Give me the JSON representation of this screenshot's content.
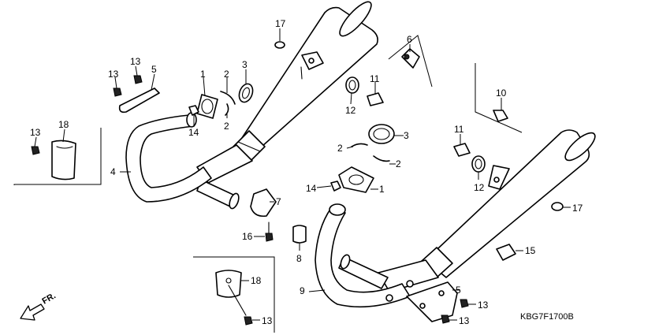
{
  "diagram_code": "KBG7F1700B",
  "front_marker": "FR.",
  "callouts": [
    {
      "id": "c17a",
      "label": "17"
    },
    {
      "id": "c6",
      "label": "6"
    },
    {
      "id": "c13a",
      "label": "13"
    },
    {
      "id": "c13b",
      "label": "13"
    },
    {
      "id": "c5a",
      "label": "5"
    },
    {
      "id": "c1a",
      "label": "1"
    },
    {
      "id": "c2a",
      "label": "2"
    },
    {
      "id": "c3a",
      "label": "3"
    },
    {
      "id": "c2b",
      "label": "2"
    },
    {
      "id": "c14a",
      "label": "14"
    },
    {
      "id": "c11a",
      "label": "11"
    },
    {
      "id": "c12a",
      "label": "12"
    },
    {
      "id": "c10",
      "label": "10"
    },
    {
      "id": "c13c",
      "label": "13"
    },
    {
      "id": "c18a",
      "label": "18"
    },
    {
      "id": "c4",
      "label": "4"
    },
    {
      "id": "c3b",
      "label": "3"
    },
    {
      "id": "c2c",
      "label": "2"
    },
    {
      "id": "c2d",
      "label": "2"
    },
    {
      "id": "c11b",
      "label": "11"
    },
    {
      "id": "c12b",
      "label": "12"
    },
    {
      "id": "c14b",
      "label": "14"
    },
    {
      "id": "c1b",
      "label": "1"
    },
    {
      "id": "c7",
      "label": "7"
    },
    {
      "id": "c17b",
      "label": "17"
    },
    {
      "id": "c16",
      "label": "16"
    },
    {
      "id": "c8",
      "label": "8"
    },
    {
      "id": "c15",
      "label": "15"
    },
    {
      "id": "c18b",
      "label": "18"
    },
    {
      "id": "c9",
      "label": "9"
    },
    {
      "id": "c5b",
      "label": "5"
    },
    {
      "id": "c13d",
      "label": "13"
    },
    {
      "id": "c13e",
      "label": "13"
    },
    {
      "id": "c13f",
      "label": "13"
    }
  ]
}
